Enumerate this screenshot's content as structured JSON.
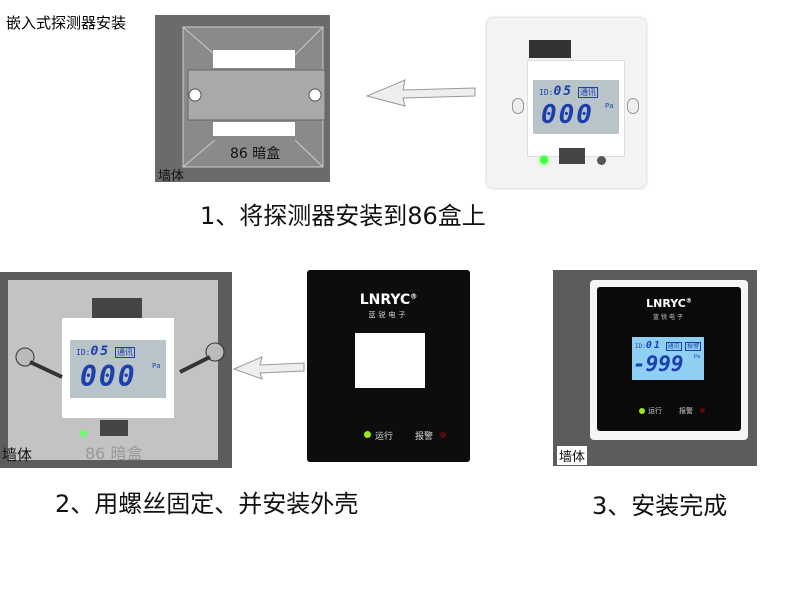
{
  "title": "嵌入式探测器安装",
  "step1": {
    "box_label": "86 暗盒",
    "wall_label": "墙体",
    "caption": "1、将探测器安装到86盒上",
    "device": {
      "id_label": "ID:",
      "id": "05",
      "comm_badge": "通讯",
      "value": "000",
      "unit": "Pa"
    }
  },
  "step2": {
    "wall_label": "墙体",
    "box_label": "86 暗盒",
    "caption": "2、用螺丝固定、并安装外壳",
    "device": {
      "id_label": "ID:",
      "id": "05",
      "comm_badge": "通讯",
      "value": "000",
      "unit": "Pa"
    },
    "faceplate": {
      "brand": "LNRYC",
      "brand_mark": "®",
      "brand_cn": "蓝锐电子",
      "run_label": "运行",
      "alarm_label": "报警"
    }
  },
  "step3": {
    "wall_label": "墙体",
    "caption": "3、安装完成",
    "device": {
      "brand": "LNRYC",
      "brand_mark": "®",
      "brand_cn": "蓝锐电子",
      "id_label": "ID:",
      "id": "01",
      "comm_badge": "通讯",
      "alarm_badge": "报警",
      "value": "-999",
      "unit": "Pa",
      "run_label": "运行",
      "alarm_label": "报警"
    }
  },
  "colors": {
    "wall": "#5c5c5c",
    "lcd": "#8fd0f2",
    "led_green": "#9be61a",
    "led_red": "#5a0a0a"
  }
}
